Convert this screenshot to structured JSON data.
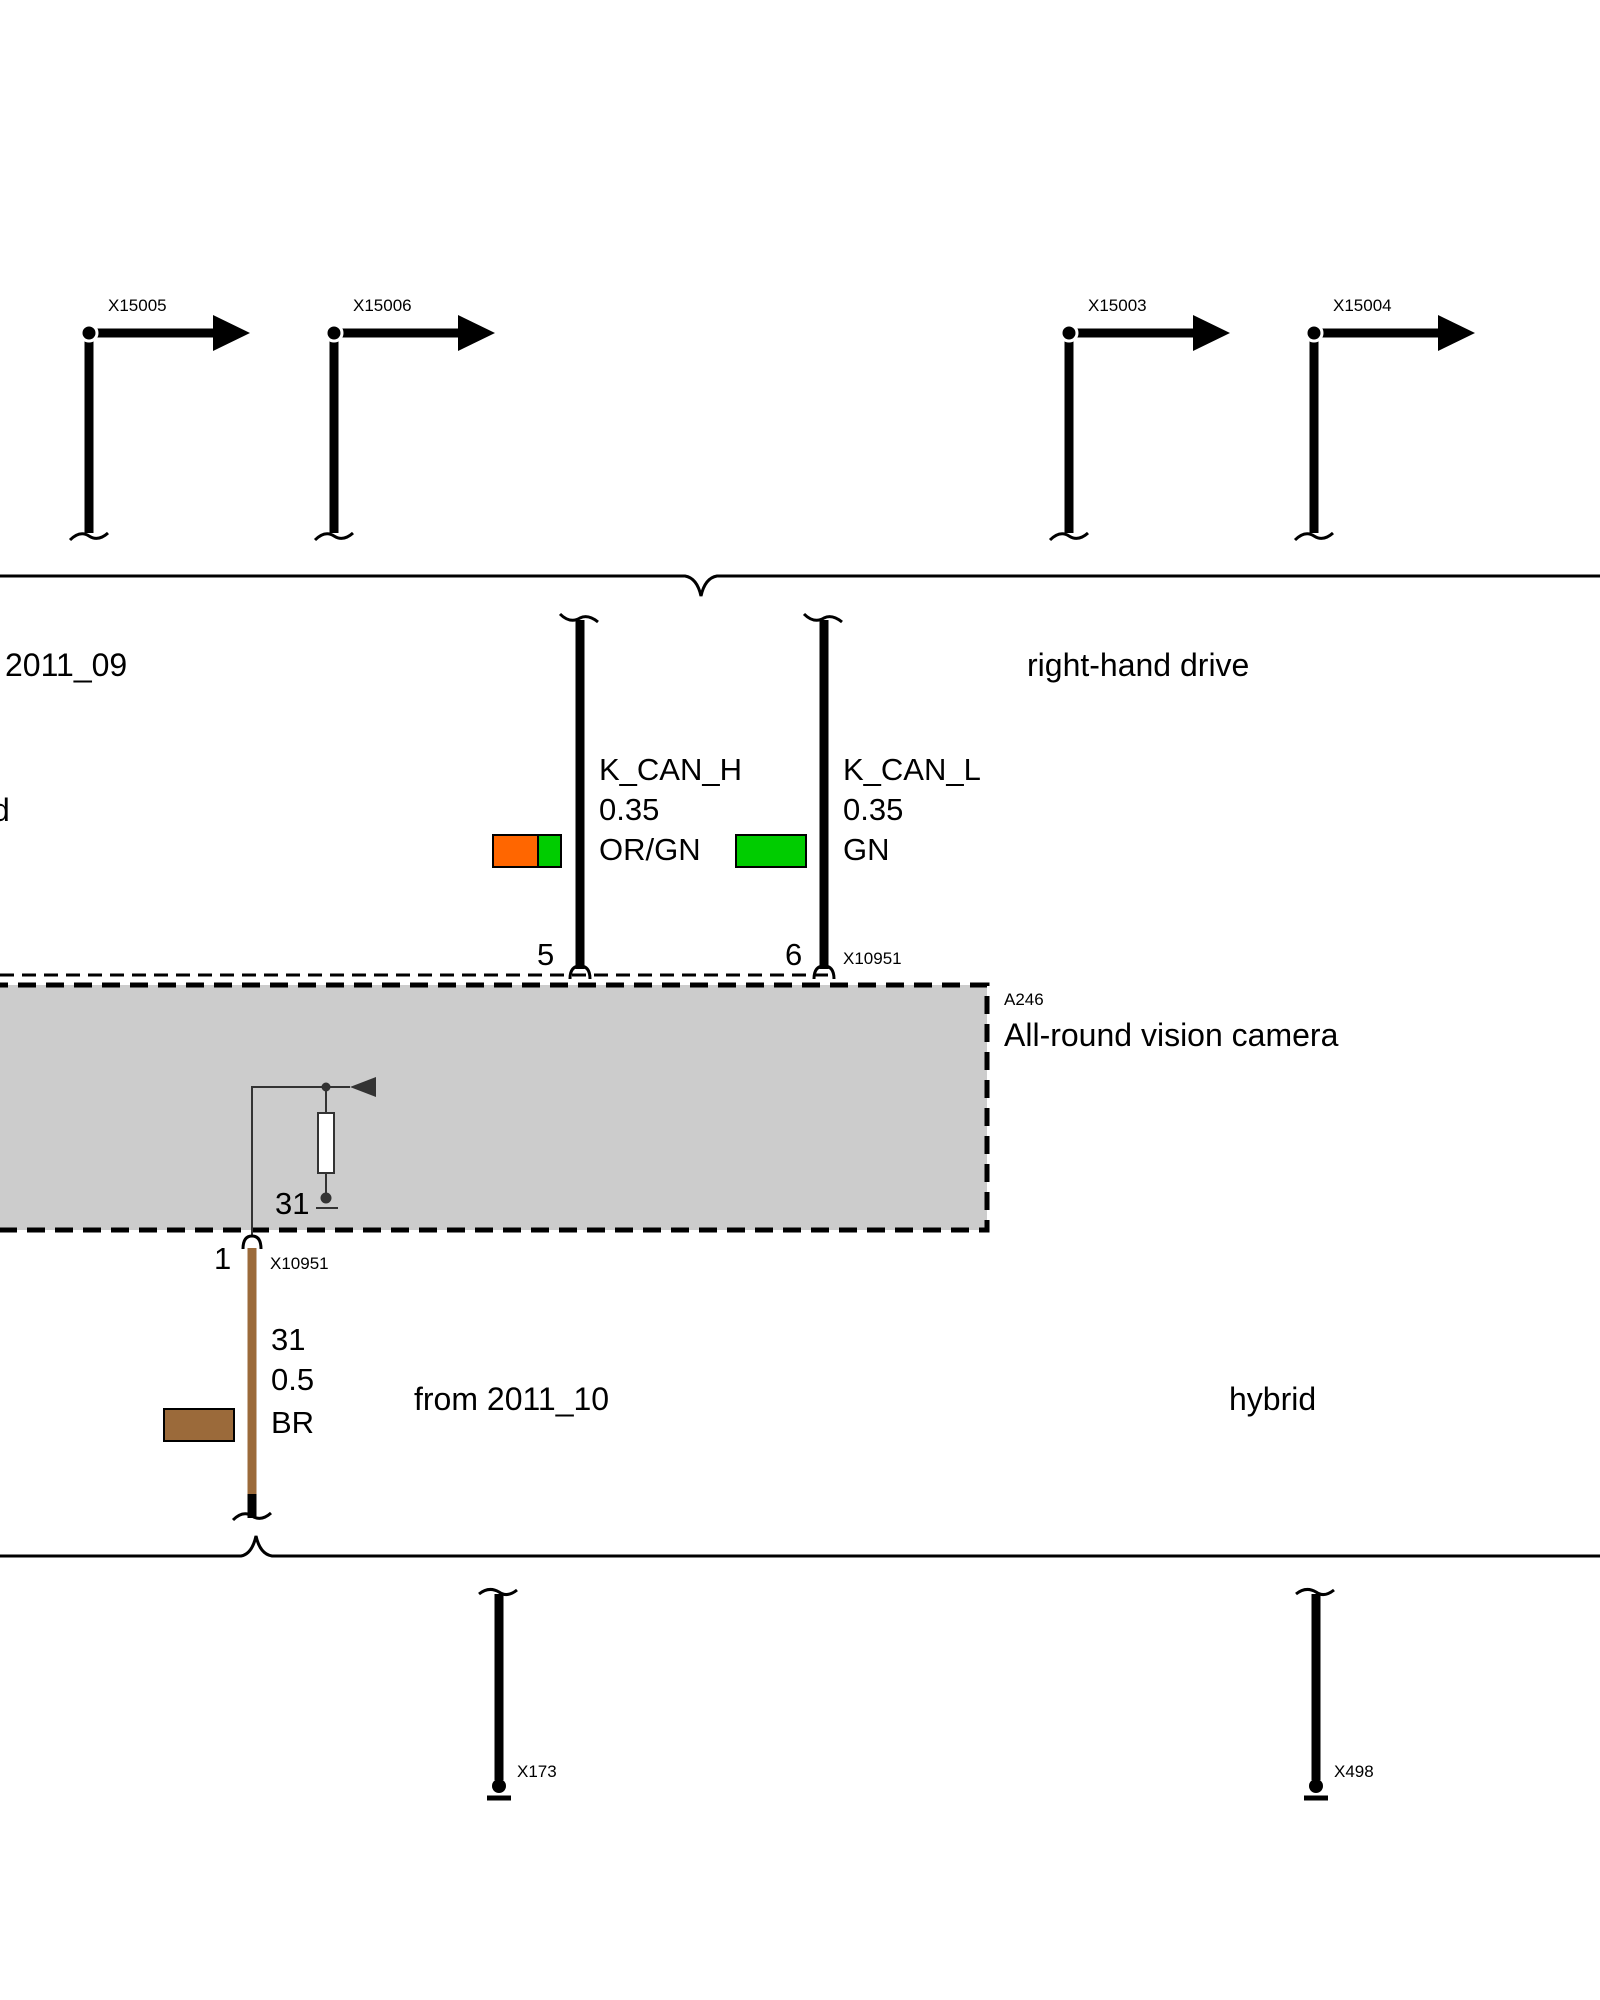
{
  "top_connectors": [
    {
      "id": "X15005"
    },
    {
      "id": "X15006"
    },
    {
      "id": "X15003"
    },
    {
      "id": "X15004"
    }
  ],
  "labels": {
    "variant_left": "2011_09",
    "variant_left_cut": "d",
    "right_hand_drive": "right-hand drive",
    "from_date": "from 2011_10",
    "hybrid": "hybrid"
  },
  "wires": [
    {
      "pin": "5",
      "signal": "K_CAN_H",
      "gauge": "0.35",
      "color_code": "OR/GN",
      "colors": [
        "#ff6600",
        "#00cc00"
      ]
    },
    {
      "pin": "6",
      "signal": "K_CAN_L",
      "gauge": "0.35",
      "color_code": "GN",
      "colors": [
        "#00cc00"
      ]
    },
    {
      "pin": "1",
      "signal": "31",
      "gauge": "0.5",
      "color_code": "BR",
      "colors": [
        "#9b6a3a"
      ]
    }
  ],
  "module": {
    "id": "A246",
    "name": "All-round vision camera",
    "connector": "X10951",
    "ground": "31",
    "fill": "#cccccc"
  },
  "bottom_connectors": [
    {
      "id": "X173"
    },
    {
      "id": "X498"
    }
  ]
}
